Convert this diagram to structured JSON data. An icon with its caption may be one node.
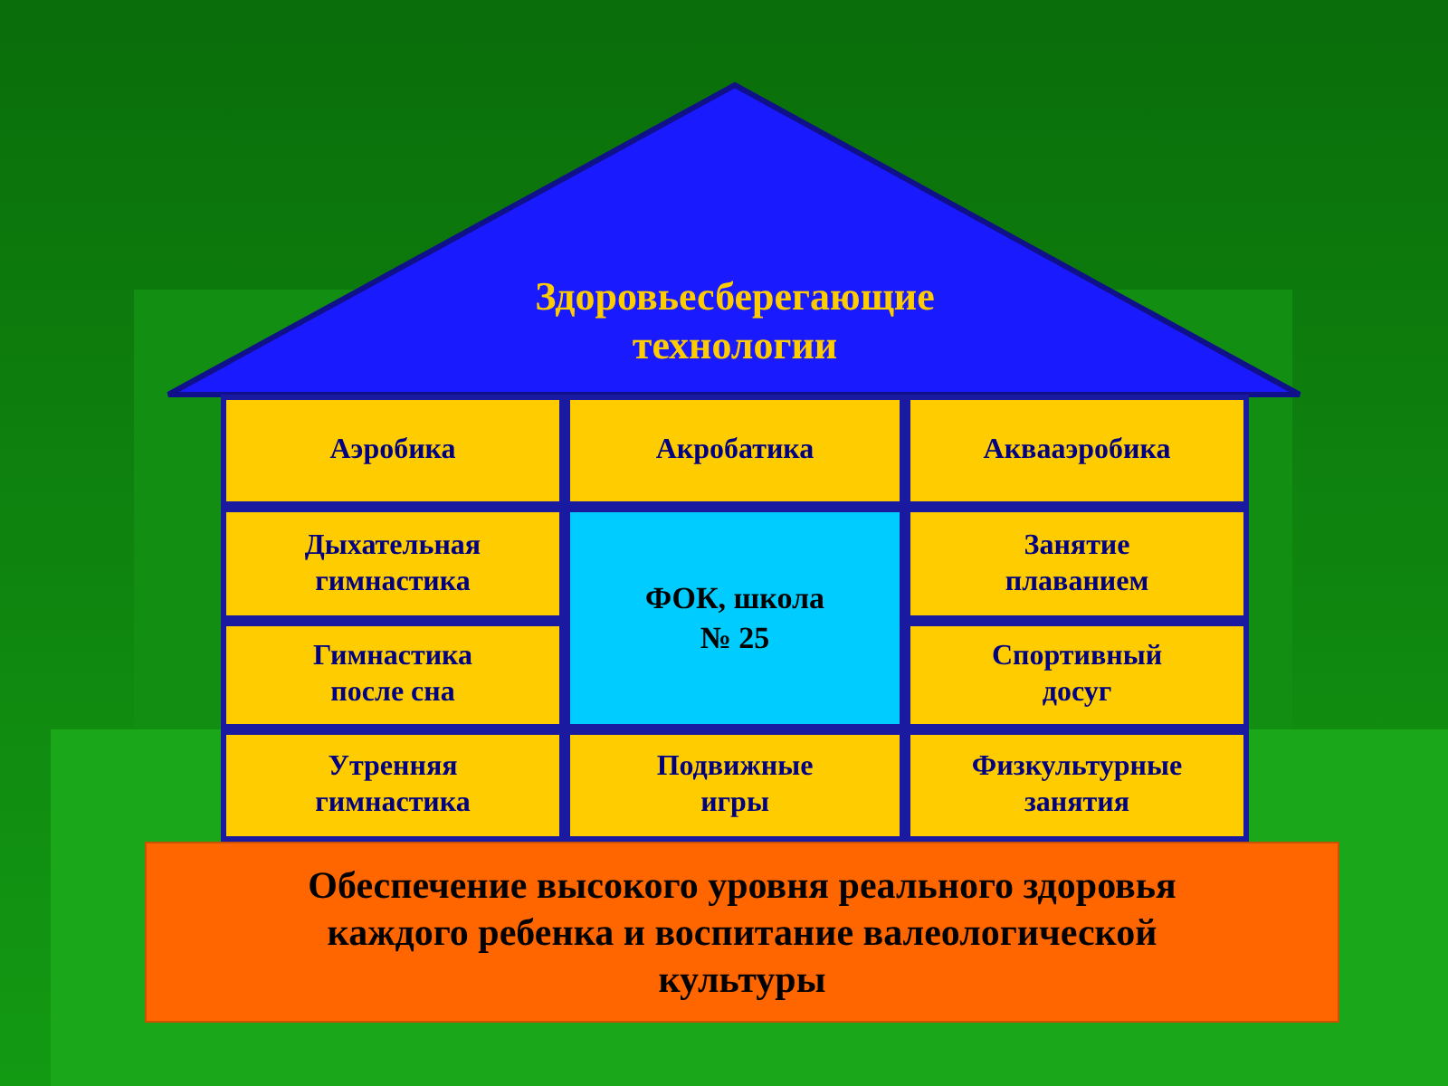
{
  "diagram": {
    "nodes": [
      {
        "text": [
          "Здоровьесберегающие технологии"
        ]
      },
      {
        "text": [
          "Аэробика"
        ]
      },
      {
        "text": [
          "Акробатика"
        ]
      },
      {
        "text": [
          "Аквааэробика"
        ]
      },
      {
        "text": [
          "Дыхательная гимнастика"
        ]
      },
      {
        "text": [
          "ФОК, школа № 25"
        ]
      },
      {
        "text": [
          "Занятие плаванием"
        ]
      },
      {
        "text": [
          "Гимнастика после сна"
        ]
      },
      {
        "text": [
          "Спортивный досуг"
        ]
      },
      {
        "text": [
          "Утренняя гимнастика"
        ]
      },
      {
        "text": [
          "Подвижные игры"
        ]
      },
      {
        "text": [
          "Физкультурные занятия"
        ]
      },
      {
        "text": [
          "Обеспечение высокого уровня реального здоровья каждого ребенка и воспитание валеологической культуры"
        ]
      }
    ]
  }
}
